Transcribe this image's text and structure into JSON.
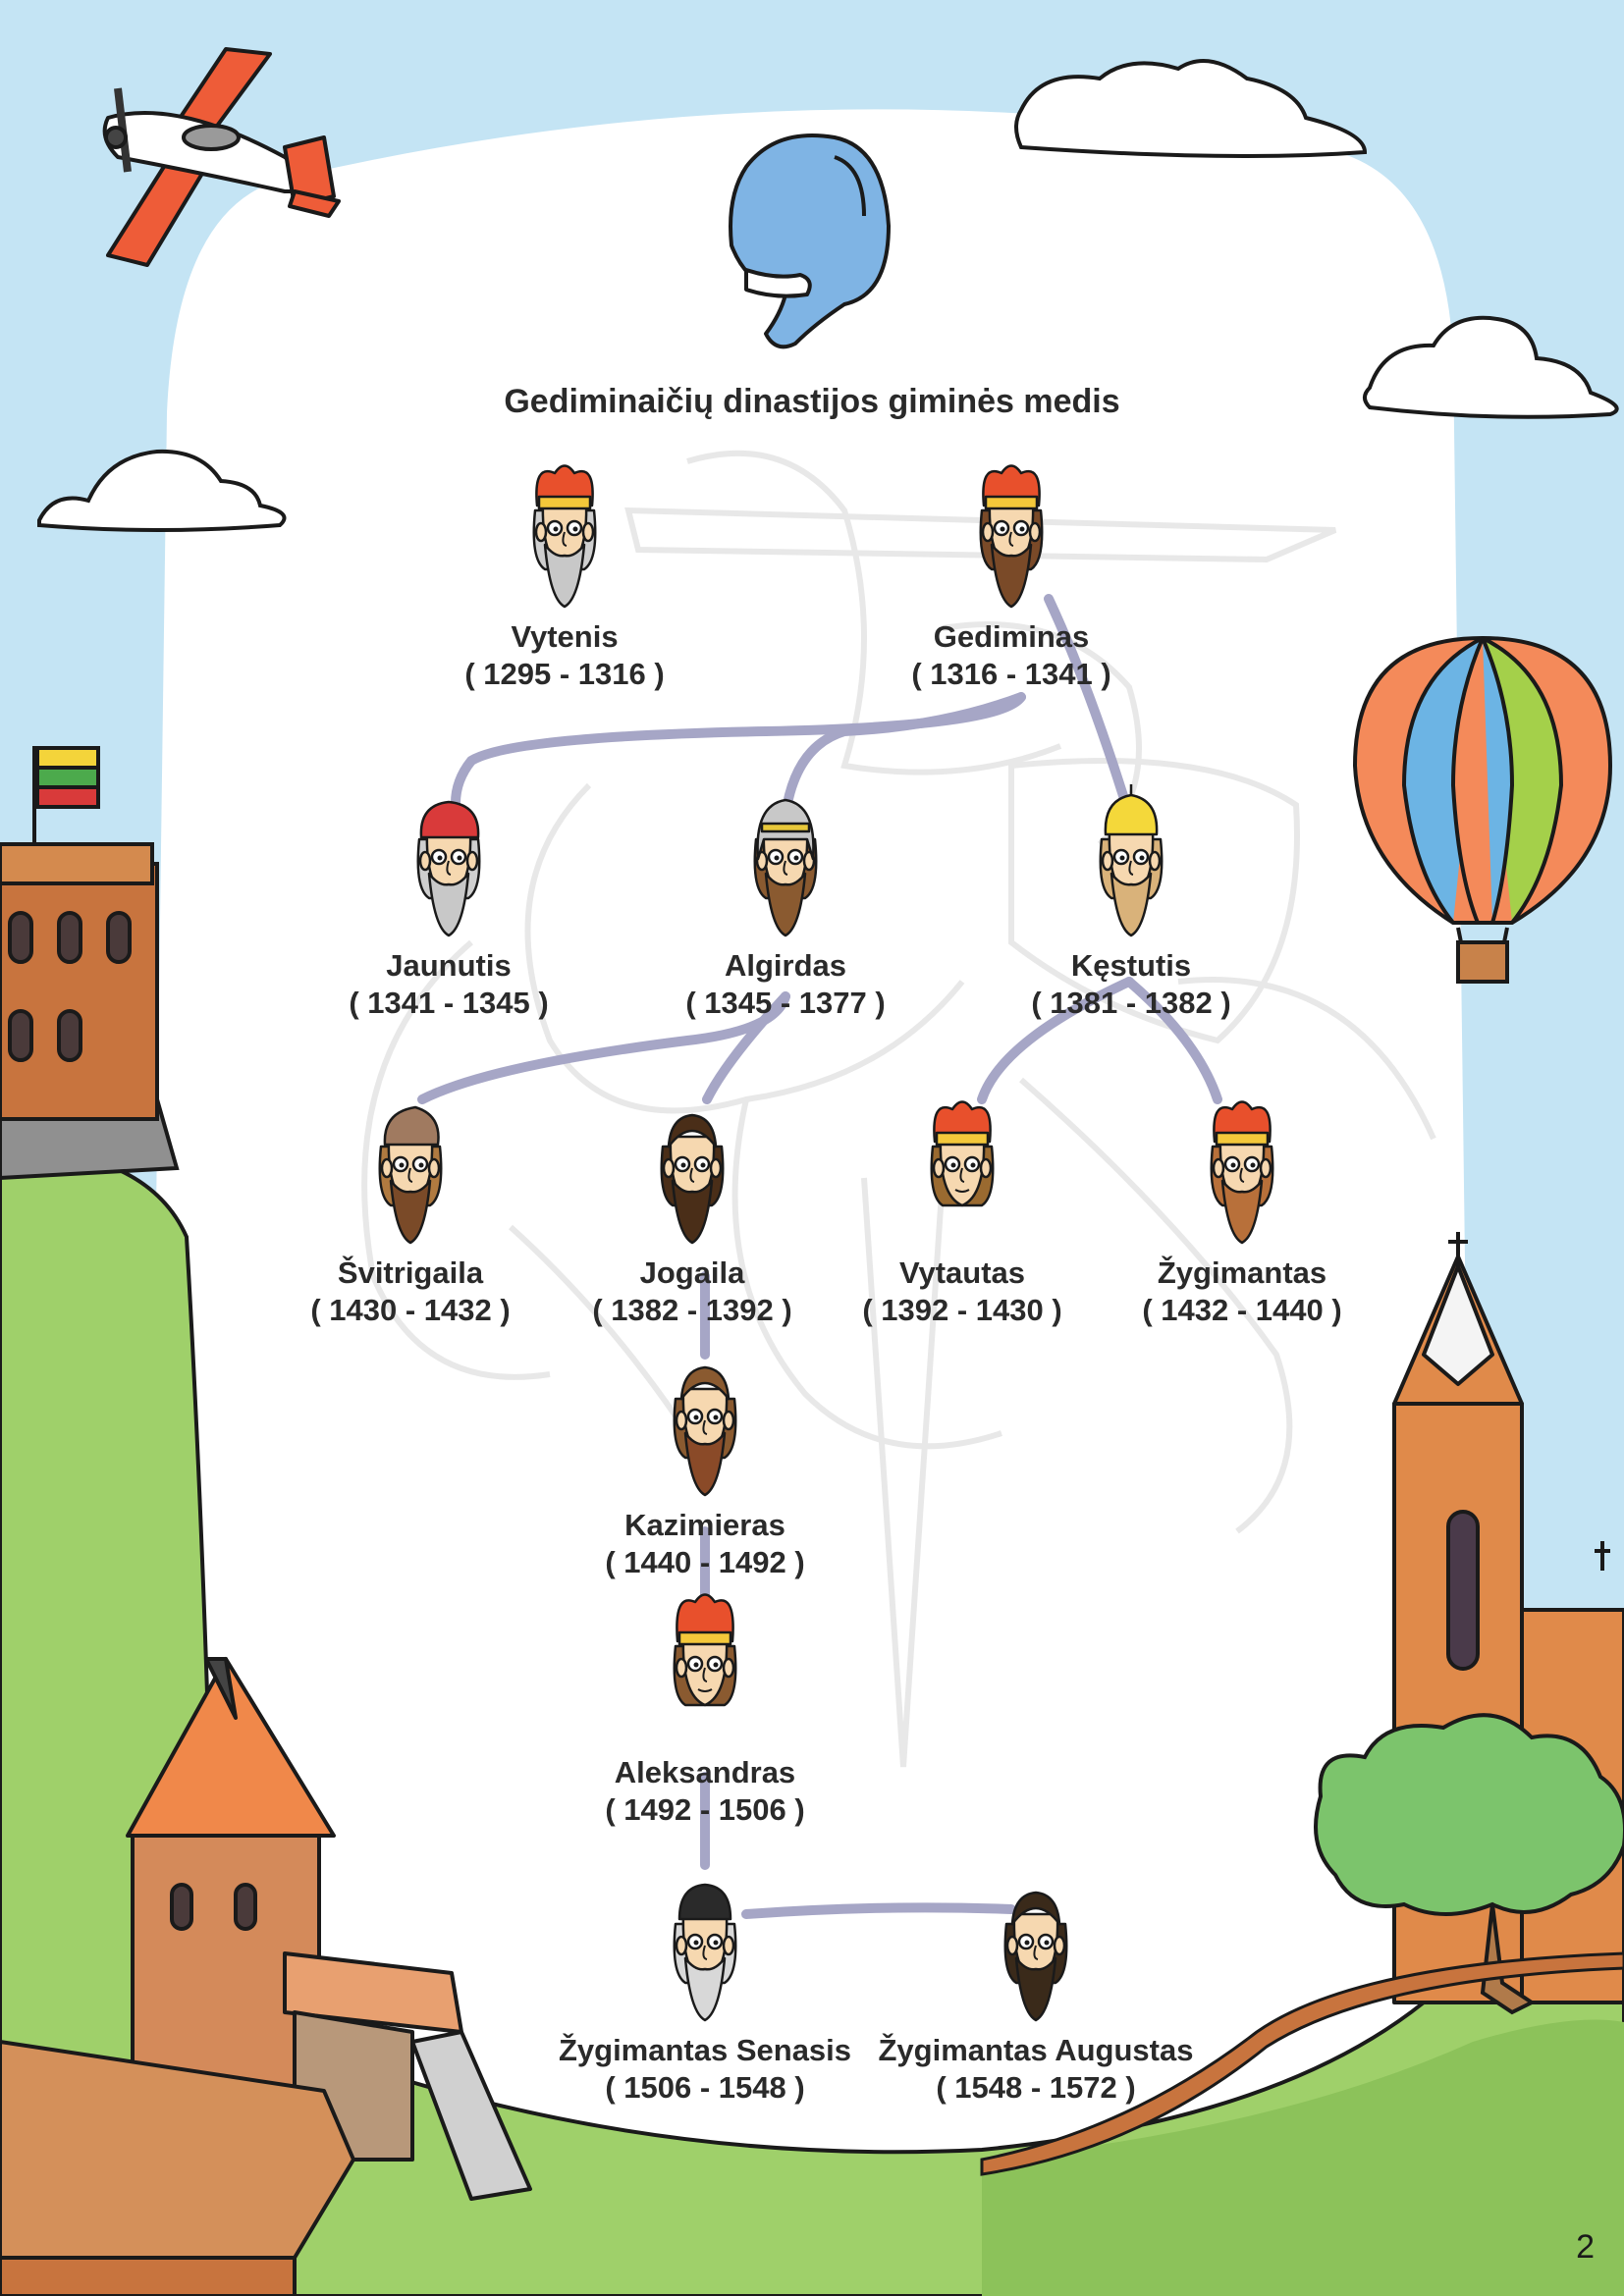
{
  "title": "Gediminaičių dinastijos giminės medis",
  "page_number": "2",
  "colors": {
    "sky": "#c4e4f4",
    "paper": "#ffffff",
    "grass": "#9fd06a",
    "brick": "#d98a4e",
    "tree_line": "#a6a6c6",
    "text": "#2a2a2a",
    "flag": [
      "#f4d43a",
      "#4caa4c",
      "#d93a3a"
    ]
  },
  "people": [
    {
      "id": "vytenis",
      "name": "Vytenis",
      "years": "( 1295 - 1316 )",
      "crown": "crown",
      "beard": "#c8c8c8",
      "hair": "#cfcfcf"
    },
    {
      "id": "gediminas",
      "name": "Gediminas",
      "years": "( 1316 - 1341 )",
      "crown": "crown",
      "beard": "#7a4a28",
      "hair": "#7a4a28"
    },
    {
      "id": "jaunutis",
      "name": "Jaunutis",
      "years": "( 1341 - 1345 )",
      "crown": "cap-red",
      "beard": "#c8c8c8",
      "hair": "#cfcfcf"
    },
    {
      "id": "algirdas",
      "name": "Algirdas",
      "years": "( 1345 - 1377 )",
      "crown": "helmet",
      "beard": "#8a5a30",
      "hair": "#8a5a30"
    },
    {
      "id": "kestutis",
      "name": "Kęstutis",
      "years": "( 1381 - 1382 )",
      "crown": "crown-gold",
      "beard": "#d9b27a",
      "hair": "#d9b27a"
    },
    {
      "id": "svitrigaila",
      "name": "Švitrigaila",
      "years": "( 1430 - 1432 )",
      "crown": "fur-hat",
      "beard": "#7a4a28",
      "hair": "#b07a40"
    },
    {
      "id": "jogaila",
      "name": "Jogaila",
      "years": "( 1382 - 1392 )",
      "crown": "none",
      "beard": "#4a2e18",
      "hair": "#4a2e18"
    },
    {
      "id": "vytautas",
      "name": "Vytautas",
      "years": "( 1392 - 1430 )",
      "crown": "crown",
      "beard": "none",
      "hair": "#9a6a30"
    },
    {
      "id": "zygimantas",
      "name": "Žygimantas",
      "years": "( 1432 - 1440 )",
      "crown": "crown",
      "beard": "#b8703a",
      "hair": "#b8703a"
    },
    {
      "id": "kazimieras",
      "name": "Kazimieras",
      "years": "( 1440 - 1492 )",
      "crown": "none",
      "beard": "#8a4a28",
      "hair": "#8a5a30"
    },
    {
      "id": "aleksandras",
      "name": "Aleksandras",
      "years": "( 1492 - 1506 )",
      "crown": "crown-tall",
      "beard": "none",
      "hair": "#8a5a30"
    },
    {
      "id": "zygimantas-senasis",
      "name": "Žygimantas Senasis",
      "years": "( 1506 - 1548 )",
      "crown": "black-cap",
      "beard": "#d8d8d8",
      "hair": "#d8d8d8"
    },
    {
      "id": "zygimantas-augustas",
      "name": "Žygimantas Augustas",
      "years": "( 1548 - 1572 )",
      "crown": "none",
      "beard": "#3a2a1a",
      "hair": "#3a2a1a"
    }
  ]
}
